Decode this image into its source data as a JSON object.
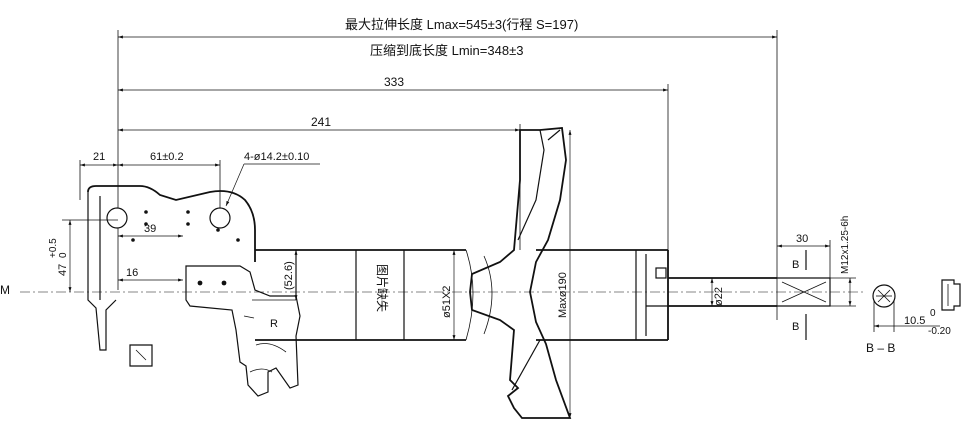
{
  "dimensions": {
    "lmax": "最大拉伸长度  Lmax=545±3(行程  S=197)",
    "lmin": "压缩到底长度  Lmin=348±3",
    "d333": "333",
    "d241": "241",
    "d21": "21",
    "d61": "61±0.2",
    "holes": "4-ø14.2±0.10",
    "d39": "39",
    "d16": "16",
    "d47": "47",
    "d47tol_up": "+0.5",
    "d47tol_dn": "0",
    "d52": "(52.6)",
    "d51": "ø51X2",
    "dmax190": "Maxø190",
    "d22": "ø22",
    "d30": "30",
    "thread": "M12x1.25-6h",
    "d105": "10.5",
    "d105tol_up": "0",
    "d105tol_dn": "-0.20"
  },
  "labels": {
    "m": "M",
    "r": "R",
    "b_top": "B",
    "b_bottom": "B",
    "section": "B – B",
    "tube_text": "图片缺失"
  }
}
